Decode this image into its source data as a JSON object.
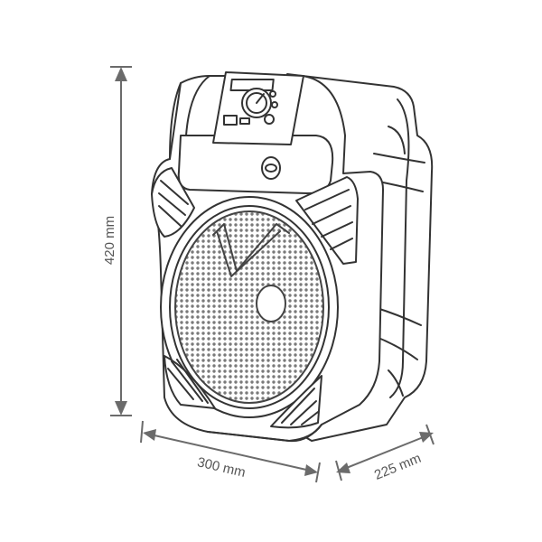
{
  "dimensions": {
    "height_label": "420 mm",
    "width_label": "300 mm",
    "depth_label": "225 mm"
  },
  "colors": {
    "line": "#333333",
    "dimension": "#6b6b6b",
    "fill": "#ffffff"
  },
  "icons": [
    "speaker-icon",
    "volume-knob-icon",
    "usb-port-icon",
    "woofer-grille-icon",
    "tweeter-icon"
  ]
}
